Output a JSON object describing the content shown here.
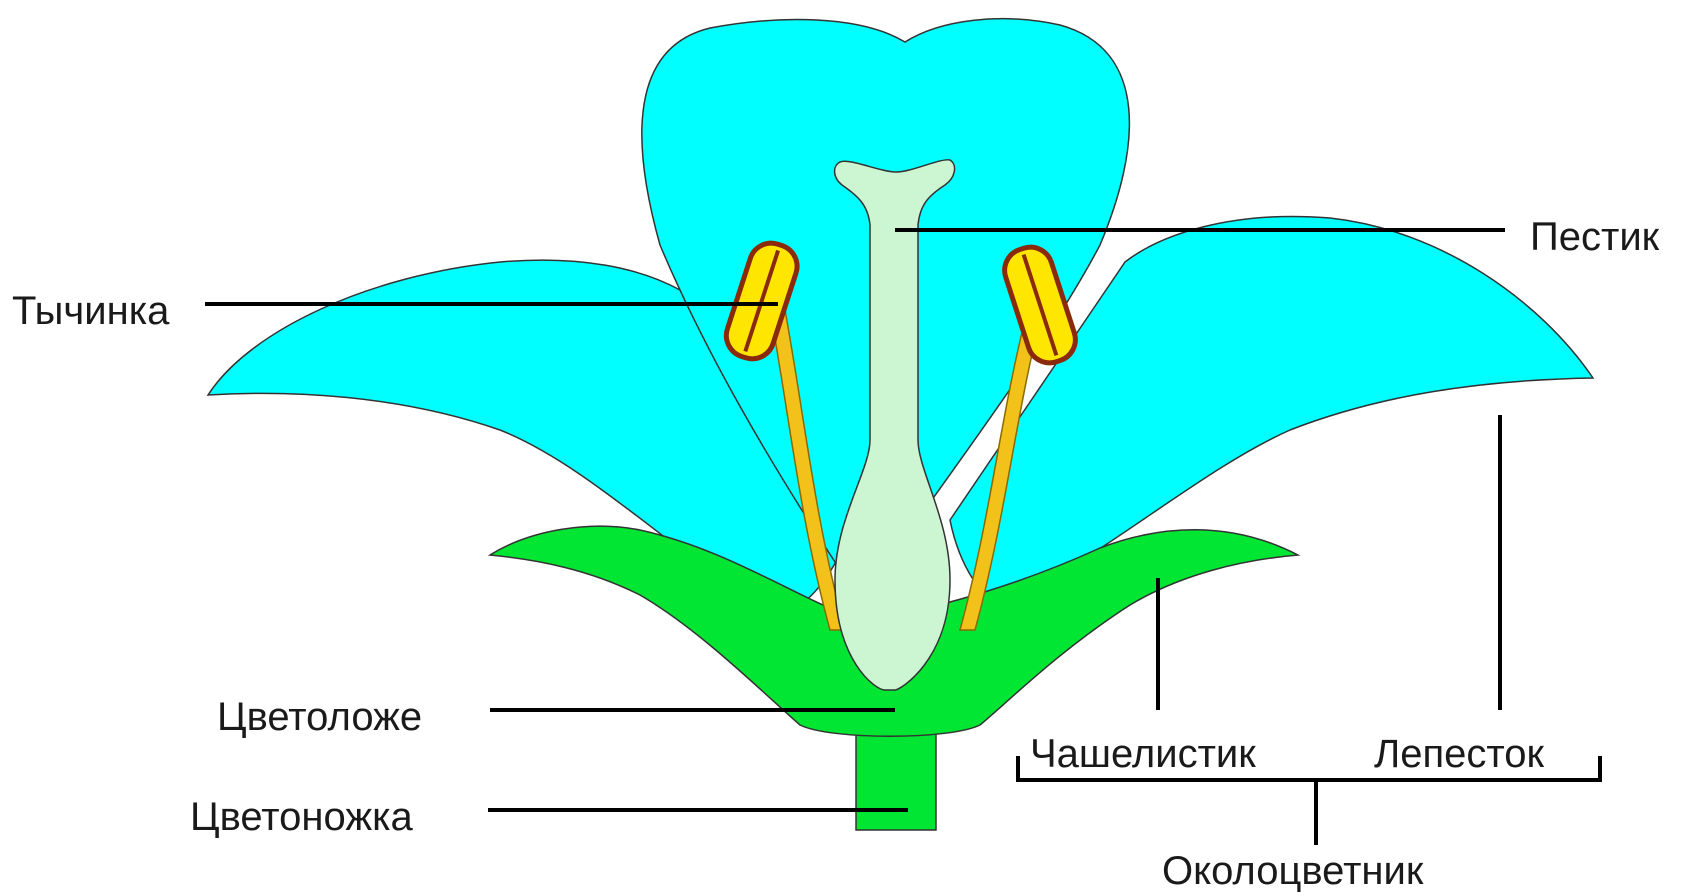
{
  "labels": {
    "pistil": "Пестик",
    "stamen": "Тычинка",
    "receptacle": "Цветоложе",
    "pedicel": "Цветоножка",
    "sepal": "Чашелистик",
    "petal": "Лепесток",
    "perianth": "Околоцветник"
  },
  "colors": {
    "petal": "#00ffff",
    "sepal": "#00e632",
    "pistil": "#ccf5d1",
    "stamen_filament": "#f2c21a",
    "anther_fill": "#ffe600",
    "anther_outline": "#8b2a0a",
    "outline": "#333333"
  }
}
